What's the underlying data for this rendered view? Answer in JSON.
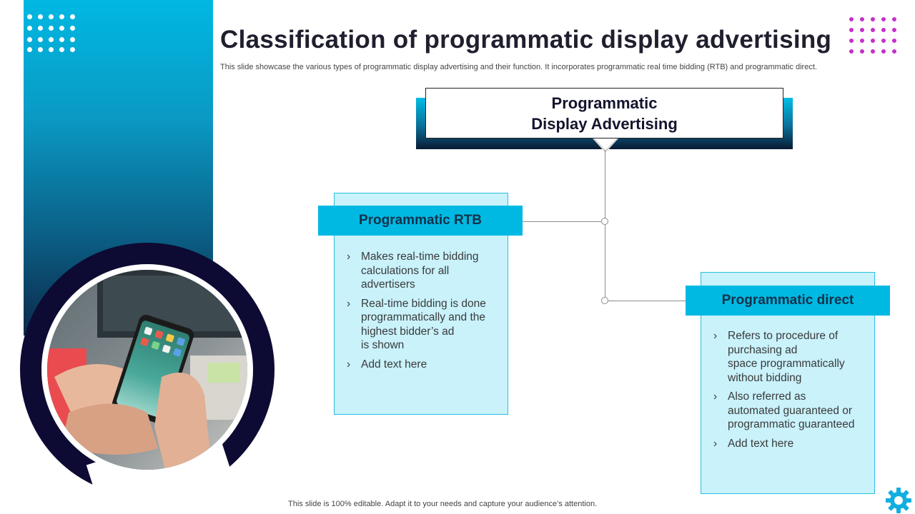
{
  "slide": {
    "title": "Classification of programmatic display advertising",
    "subtitle": "This slide showcase the various types of programmatic display advertising and their function. It incorporates programmatic real time bidding (RTB) and programmatic direct.",
    "footer": "This slide is 100% editable. Adapt it to your needs and capture your audience’s attention."
  },
  "root": {
    "label": "Programmatic\nDisplay Advertising"
  },
  "cards": [
    {
      "title": "Programmatic  RTB",
      "bullets": [
        "Makes real-time bidding\ncalculations for all\nadvertisers",
        "Real-time bidding is done\nprogrammatically and the\nhighest bidder’s ad\nis shown",
        "Add text here"
      ]
    },
    {
      "title": "Programmatic  direct",
      "bullets": [
        "Refers to procedure of\npurchasing ad\nspace programmatically\nwithout bidding",
        "Also referred as\nautomated guaranteed or\nprogrammatic guaranteed",
        "Add text here"
      ]
    }
  ],
  "icons": {
    "decor_white": "dot-grid-icon",
    "decor_pink": "dot-grid-icon",
    "settings": "gear-icon"
  },
  "colors": {
    "accent": "#00b9e3",
    "card_fill": "#c9f2fb",
    "ring": "#0d0b33",
    "dots_pink": "#c62fc9"
  }
}
